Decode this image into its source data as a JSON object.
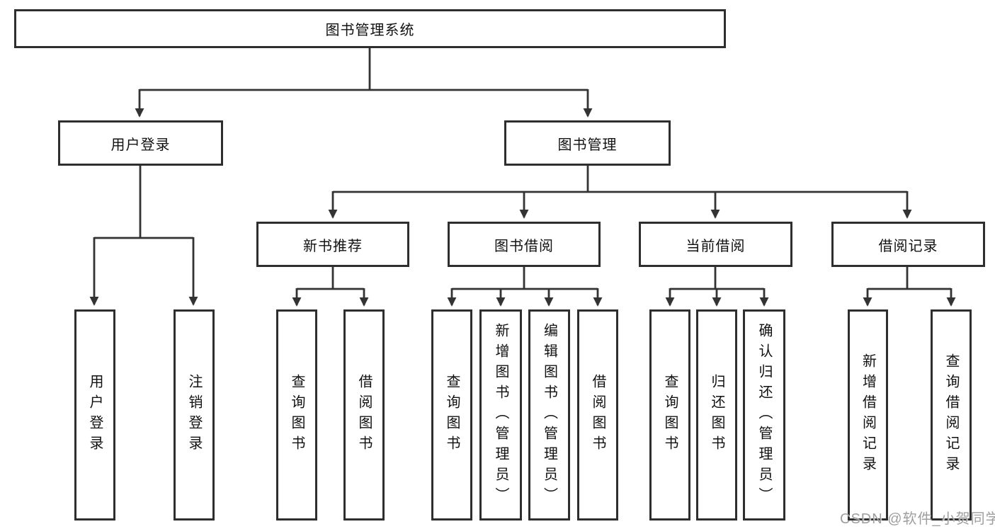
{
  "colors": {
    "line": "#333333",
    "box_border": "#2e2e2e",
    "text": "#111111",
    "watermark": "#9e9e9e",
    "background": "#ffffff"
  },
  "tree": {
    "root": {
      "label": "图书管理系统"
    },
    "branches": [
      {
        "label": "用户登录",
        "children": [
          {
            "label": "用户登录"
          },
          {
            "label": "注销登录"
          }
        ]
      },
      {
        "label": "图书管理",
        "groups": [
          {
            "label": "新书推荐",
            "children": [
              {
                "label": "查询图书"
              },
              {
                "label": "借阅图书"
              }
            ]
          },
          {
            "label": "图书借阅",
            "children": [
              {
                "label": "查询图书"
              },
              {
                "label": "新增图书（管理员）"
              },
              {
                "label": "编辑图书（管理员）"
              },
              {
                "label": "借阅图书"
              }
            ]
          },
          {
            "label": "当前借阅",
            "children": [
              {
                "label": "查询图书"
              },
              {
                "label": "归还图书"
              },
              {
                "label": "确认归还（管理员）"
              }
            ]
          },
          {
            "label": "借阅记录",
            "children": [
              {
                "label": "新增借阅记录"
              },
              {
                "label": "查询借阅记录"
              }
            ]
          }
        ]
      }
    ]
  },
  "watermark": {
    "text": "CSDN @软件_小贺同学"
  }
}
